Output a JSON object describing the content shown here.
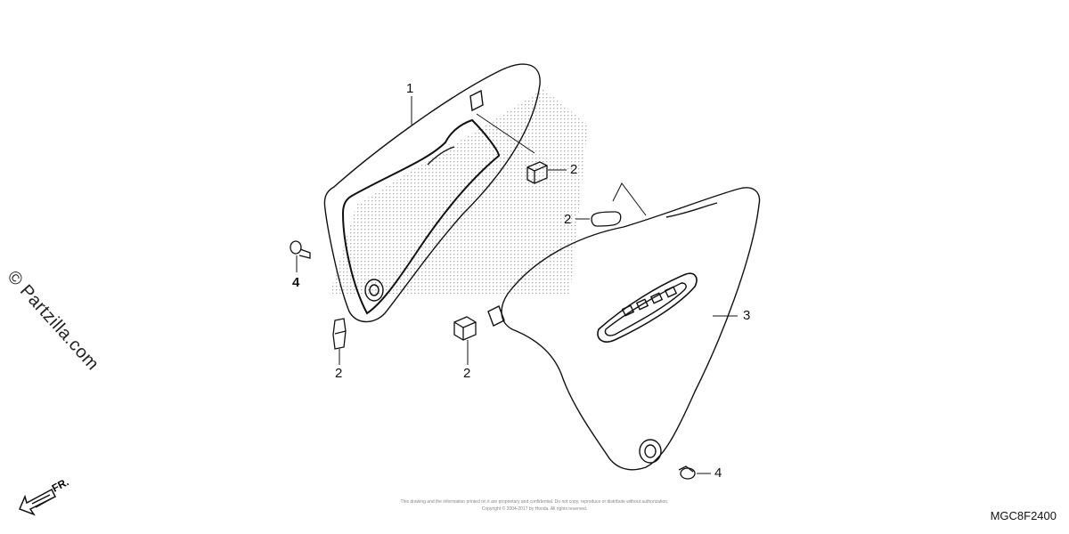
{
  "callouts": {
    "c1": "1",
    "c2a": "2",
    "c2b": "2",
    "c2c": "2",
    "c2d": "2",
    "c3": "3",
    "c4a": "4",
    "c4b": "4"
  },
  "watermark": "© Partzilla.com",
  "direction_label": "FR.",
  "diagram_code": "MGC8F2400",
  "fine_print": {
    "line1": "This drawing and the information printed on it are proprietary and confidential. Do not copy, reproduce or distribute without authorization.",
    "line2": "Copyright © 2004-2017 by Honda. All rights reserved."
  },
  "colors": {
    "line": "#111111",
    "stipple": "#9a9a9a"
  }
}
